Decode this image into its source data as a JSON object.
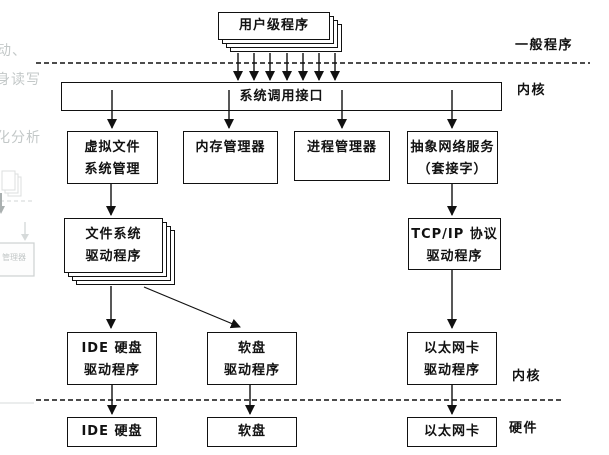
{
  "canvas": {
    "background": "#ffffff",
    "ink": "#111111",
    "watermark_color": "#c3c8c8"
  },
  "section_labels": {
    "general_programs": "一般程序",
    "kernel_upper": "内核",
    "kernel_lower": "内核",
    "hardware": "硬件"
  },
  "nodes": {
    "user_programs": {
      "label": "用户级程序"
    },
    "syscall_interface": {
      "label": "系统调用接口"
    },
    "vfs": {
      "line1": "虚拟文件",
      "line2": "系统管理"
    },
    "memory_manager": {
      "label": "内存管理器"
    },
    "process_manager": {
      "label": "进程管理器"
    },
    "network_service": {
      "line1": "抽象网络服务",
      "line2": "（套接字）"
    },
    "fs_driver": {
      "line1": "文件系统",
      "line2": "驱动程序"
    },
    "tcpip_driver": {
      "line1": "TCP/IP 协议",
      "line2": "驱动程序"
    },
    "ide_driver": {
      "line1": "IDE 硬盘",
      "line2": "驱动程序"
    },
    "floppy_driver": {
      "line1": "软盘",
      "line2": "驱动程序"
    },
    "ethernet_driver": {
      "line1": "以太网卡",
      "line2": "驱动程序"
    },
    "ide_disk": {
      "label": "IDE 硬盘"
    },
    "floppy_disk": {
      "label": "软盘"
    },
    "ethernet_card": {
      "label": "以太网卡"
    }
  },
  "watermark": {
    "fragment_top": "动、",
    "fragment_mid": "身读写",
    "fragment_low": "化分析",
    "fragment_box": "管理器"
  },
  "edges": [
    "user_programs -> syscall_interface (7 parallel arrows)",
    "syscall_interface -> vfs",
    "syscall_interface -> memory_manager",
    "syscall_interface -> process_manager",
    "syscall_interface -> network_service",
    "vfs -> fs_driver",
    "fs_driver -> ide_driver",
    "fs_driver -> floppy_driver (diagonal)",
    "network_service -> tcpip_driver",
    "tcpip_driver -> ethernet_driver",
    "ide_driver -> ide_disk",
    "floppy_driver -> floppy_disk",
    "ethernet_driver -> ethernet_card"
  ]
}
